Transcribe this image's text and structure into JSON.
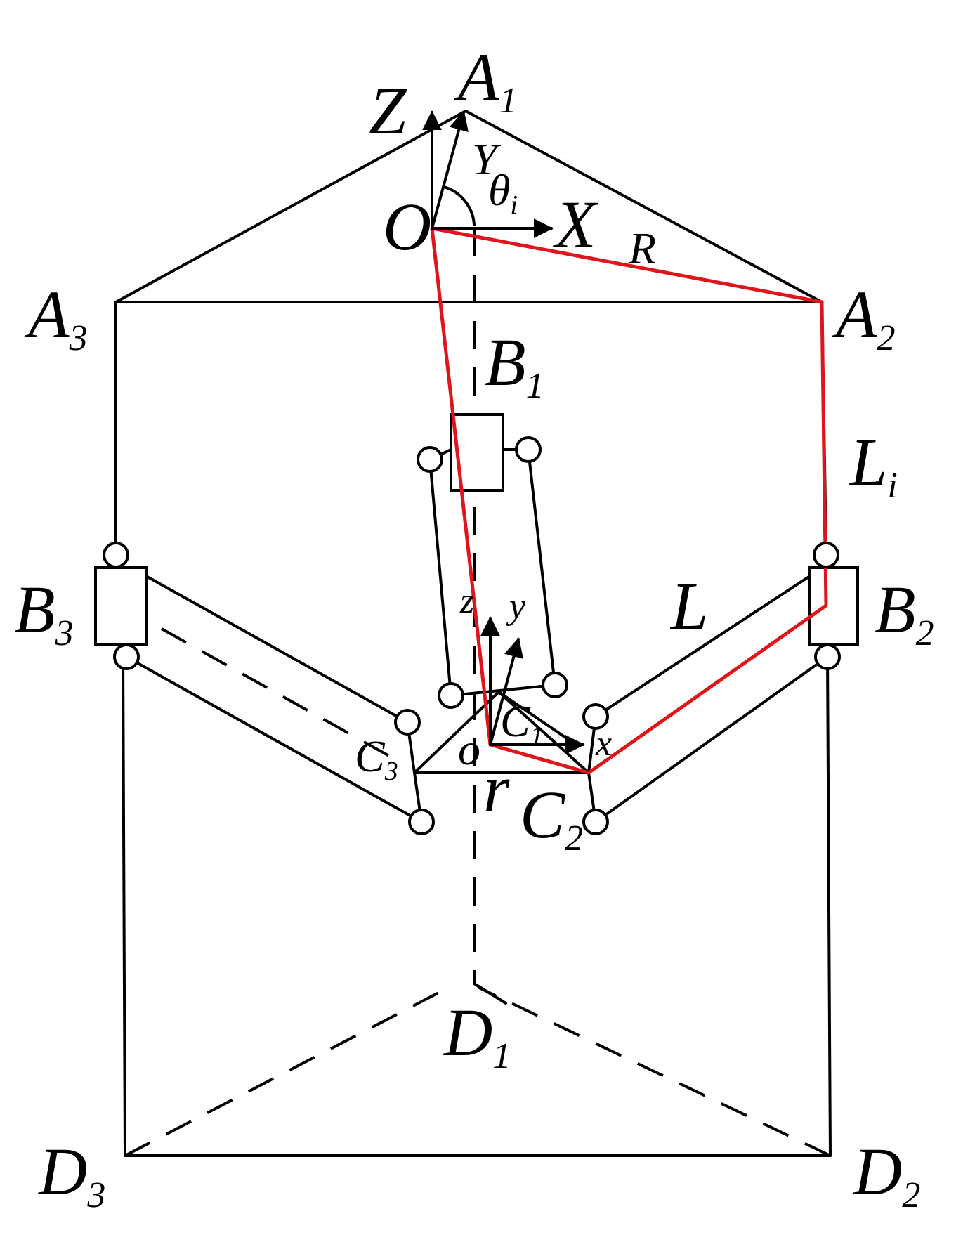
{
  "labels": {
    "A1": {
      "main": "A",
      "sub": "1"
    },
    "A2": {
      "main": "A",
      "sub": "2"
    },
    "A3": {
      "main": "A",
      "sub": "3"
    },
    "B1": {
      "main": "B",
      "sub": "1"
    },
    "B2": {
      "main": "B",
      "sub": "2"
    },
    "B3": {
      "main": "B",
      "sub": "3"
    },
    "C1": {
      "main": "C",
      "sub": "1"
    },
    "C2": {
      "main": "C",
      "sub": "2"
    },
    "C3": {
      "main": "C",
      "sub": "3"
    },
    "D1": {
      "main": "D",
      "sub": "1"
    },
    "D2": {
      "main": "D",
      "sub": "2"
    },
    "D3": {
      "main": "D",
      "sub": "3"
    },
    "Li": {
      "main": "L",
      "sub": "i"
    },
    "L": "L",
    "R": "R",
    "r": "r",
    "O": "O",
    "o": "o",
    "X": "X",
    "Y": "Y",
    "Z": "Z",
    "x": "x",
    "y": "y",
    "z": "z",
    "theta": {
      "main": "θ",
      "sub": "i"
    }
  },
  "colors": {
    "line": "#000000",
    "highlight": "#e0141b"
  }
}
